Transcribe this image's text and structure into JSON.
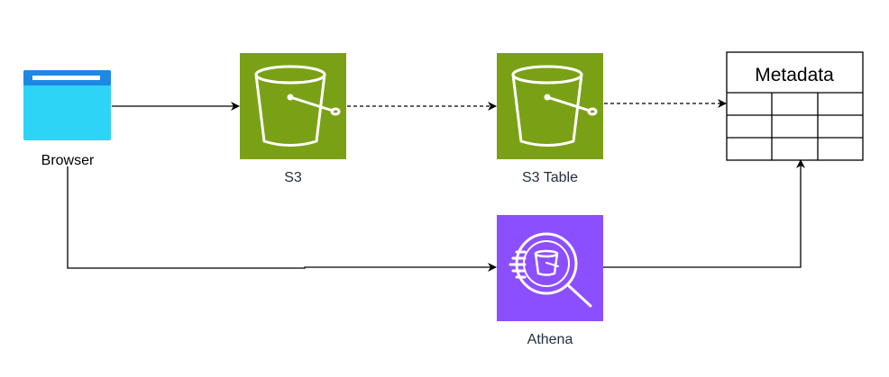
{
  "nodes": {
    "browser": {
      "label": "Browser"
    },
    "s3": {
      "label": "S3"
    },
    "s3_table": {
      "label": "S3 Table"
    },
    "athena": {
      "label": "Athena"
    },
    "metadata": {
      "title": "Metadata"
    }
  },
  "colors": {
    "s3_green": "#7aa116",
    "athena_purple": "#8c4fff",
    "browser_blue": "#2ed4f5",
    "browser_bar": "#1e88e5",
    "line": "#000000",
    "label_text": "#232f3e"
  },
  "edges": [
    {
      "from": "browser",
      "to": "s3",
      "style": "solid"
    },
    {
      "from": "s3",
      "to": "s3_table",
      "style": "dashed"
    },
    {
      "from": "s3_table",
      "to": "metadata",
      "style": "dashed"
    },
    {
      "from": "browser",
      "to": "athena",
      "style": "solid"
    },
    {
      "from": "athena",
      "to": "metadata",
      "style": "solid"
    }
  ]
}
